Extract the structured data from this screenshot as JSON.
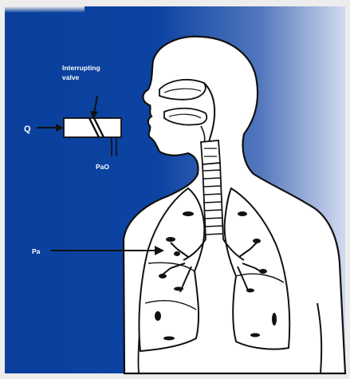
{
  "diagram": {
    "valve_label_line1": "Interrupting",
    "valve_label_line2": "valve",
    "flow_label": "Q",
    "pressure_ao_label": "PaO",
    "pressure_alv_label": "Pa"
  },
  "colors": {
    "panel_dark": "#0a3f9c",
    "panel_light": "#c9d3ea",
    "frame": "#ededee",
    "line": "#111111",
    "body_fill": "#ffffff",
    "label": "#ffffff"
  }
}
